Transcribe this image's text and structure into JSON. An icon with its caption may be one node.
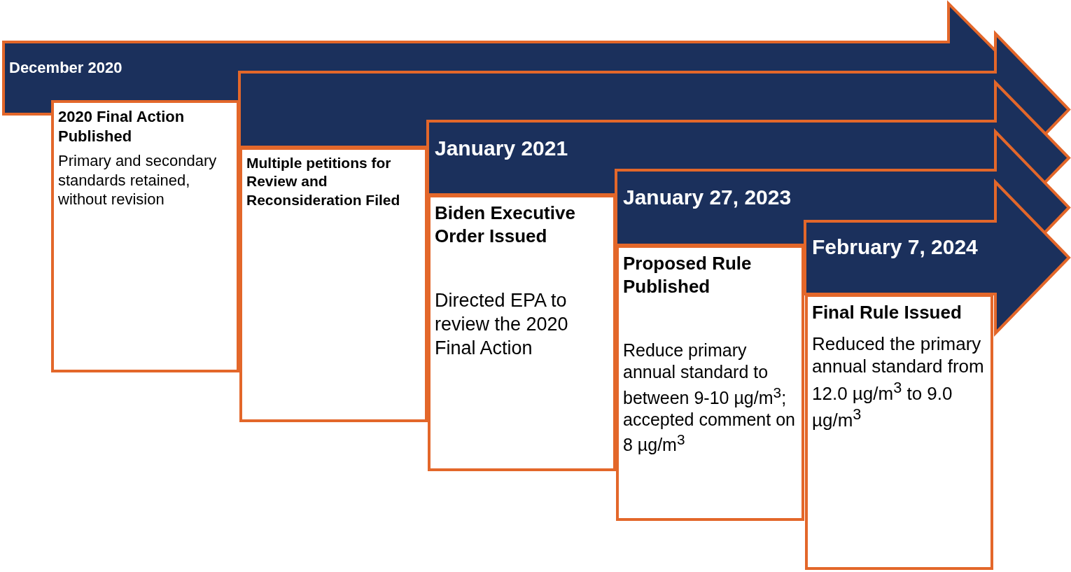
{
  "diagram": {
    "nodes": [
      {
        "text": [
          "December 2020"
        ]
      },
      {
        "text": [
          "2020 Final Action Published",
          "Primary and secondary standards retained, without revision"
        ]
      },
      {
        "text": [],
        "shape": "arrow"
      },
      {
        "text": [
          "Multiple petitions for Review and Reconsideration Filed"
        ]
      },
      {
        "text": [
          "January 2021"
        ]
      },
      {
        "text": [
          "Biden Executive Order Issued",
          "Directed EPA to review the 2020 Final Action"
        ]
      },
      {
        "text": [
          "January 27, 2023"
        ]
      },
      {
        "text": [
          "Proposed Rule Published",
          "Reduce primary annual standard to between 9-10 µg/m$^{3}$; accepted comment on 8 µg/m$^{3}$"
        ]
      },
      {
        "text": [
          "February 7, 2024"
        ]
      },
      {
        "text": [
          "Final Rule Issued",
          "Reduced the primary annual standard from 12.0 µg/m$^{3}$ to 9.0 µg/m$^{3}$"
        ]
      }
    ]
  }
}
